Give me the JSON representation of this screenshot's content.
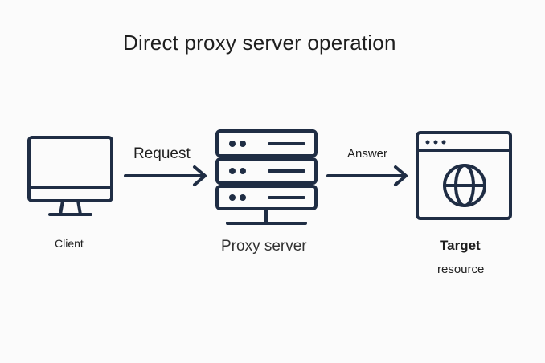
{
  "title": "Direct proxy server operation",
  "nodes": {
    "client": {
      "label": "Client",
      "icon": "monitor-icon"
    },
    "proxy": {
      "label": "Proxy server",
      "icon": "server-rack-icon"
    },
    "target": {
      "label_line1": "Target",
      "label_line2": "resource",
      "icon": "browser-globe-icon"
    }
  },
  "edges": {
    "request": {
      "label": "Request",
      "from": "client",
      "to": "proxy"
    },
    "answer": {
      "label": "Answer",
      "from": "proxy",
      "to": "target"
    }
  },
  "colors": {
    "stroke": "#1f2d44",
    "background": "#fbfbfb"
  }
}
